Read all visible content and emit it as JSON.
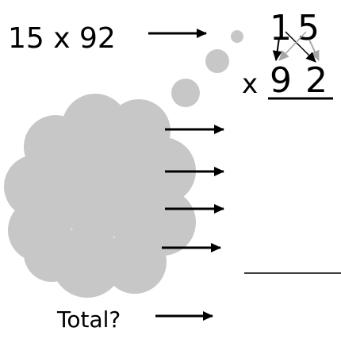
{
  "problem": {
    "expression": "15 x 92"
  },
  "multiplication": {
    "top_digit_1": "1",
    "top_digit_2": "5",
    "operator": "x",
    "bottom_digit_1": "9",
    "bottom_digit_2": "2"
  },
  "total_label": "Total?",
  "colors": {
    "cloud": "#c7c7c7",
    "ink": "#000000",
    "cross_arrow_gray": "#a6a6a6"
  }
}
